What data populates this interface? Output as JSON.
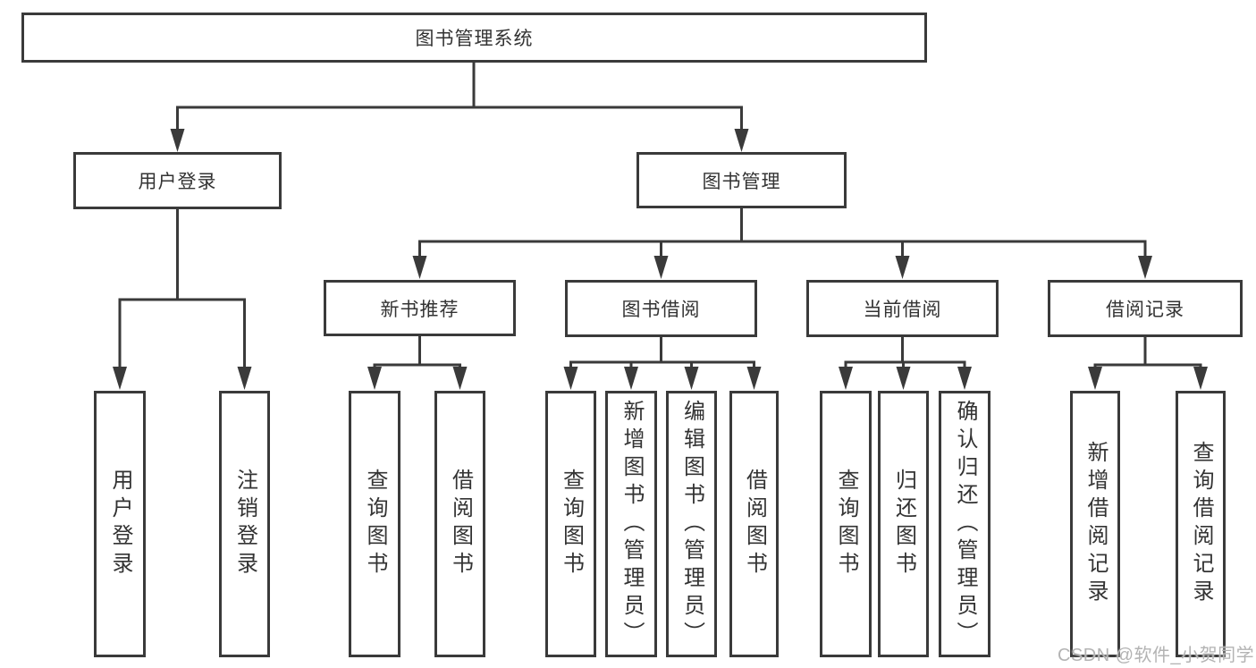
{
  "colors": {
    "line": "#3a3a3a",
    "box_border": "#3a3a3a",
    "text": "#333333",
    "watermark": "#b3b3b3",
    "background": "#ffffff"
  },
  "watermark": "CSDN @软件_小贺同学",
  "tree": {
    "root": "图书管理系统",
    "user_login": "用户登录",
    "book_mgmt": "图书管理",
    "new_book_rec": "新书推荐",
    "book_borrow": "图书借阅",
    "current_borrow": "当前借阅",
    "borrow_records": "借阅记录",
    "leaf_user_login": "用户登录",
    "leaf_logout": "注销登录",
    "leaf_newbook_query": "查询图书",
    "leaf_newbook_borrow": "借阅图书",
    "leaf_borrow_query": "查询图书",
    "leaf_borrow_add": "新增图书（管理员）",
    "leaf_borrow_edit": "编辑图书（管理员）",
    "leaf_borrow_borrow": "借阅图书",
    "leaf_current_query": "查询图书",
    "leaf_current_return": "归还图书",
    "leaf_current_confirm": "确认归还（管理员）",
    "leaf_records_add": "新增借阅记录",
    "leaf_records_query": "查询借阅记录"
  },
  "hierarchy": {
    "root": [
      "user_login",
      "book_mgmt"
    ],
    "user_login": [
      "leaf_user_login",
      "leaf_logout"
    ],
    "book_mgmt": [
      "new_book_rec",
      "book_borrow",
      "current_borrow",
      "borrow_records"
    ],
    "new_book_rec": [
      "leaf_newbook_query",
      "leaf_newbook_borrow"
    ],
    "book_borrow": [
      "leaf_borrow_query",
      "leaf_borrow_add",
      "leaf_borrow_edit",
      "leaf_borrow_borrow"
    ],
    "current_borrow": [
      "leaf_current_query",
      "leaf_current_return",
      "leaf_current_confirm"
    ],
    "borrow_records": [
      "leaf_records_add",
      "leaf_records_query"
    ]
  }
}
